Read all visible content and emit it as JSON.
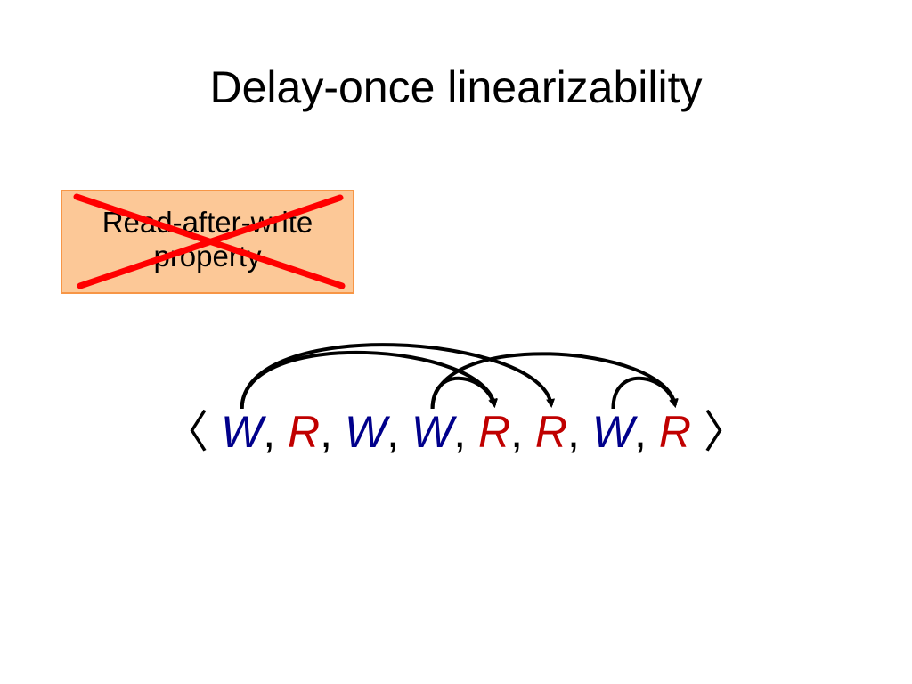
{
  "slide": {
    "title": "Delay-once linearizability"
  },
  "property_box": {
    "line1": "Read-after-write",
    "line2": "property",
    "fill_color": "#fcc897",
    "border_color": "#f79646",
    "cross_color": "#ff0000"
  },
  "sequence": {
    "open_bracket": "〈",
    "close_bracket": "〉",
    "separator": ",",
    "ops": [
      "W",
      "R",
      "W",
      "W",
      "R",
      "R",
      "W",
      "R"
    ],
    "write_color": "#00008b",
    "read_color": "#c00000"
  },
  "arrows": [
    {
      "from_index": 0,
      "to_index": 4
    },
    {
      "from_index": 0,
      "to_index": 5
    },
    {
      "from_index": 3,
      "to_index": 4
    },
    {
      "from_index": 3,
      "to_index": 7
    },
    {
      "from_index": 6,
      "to_index": 7
    }
  ]
}
